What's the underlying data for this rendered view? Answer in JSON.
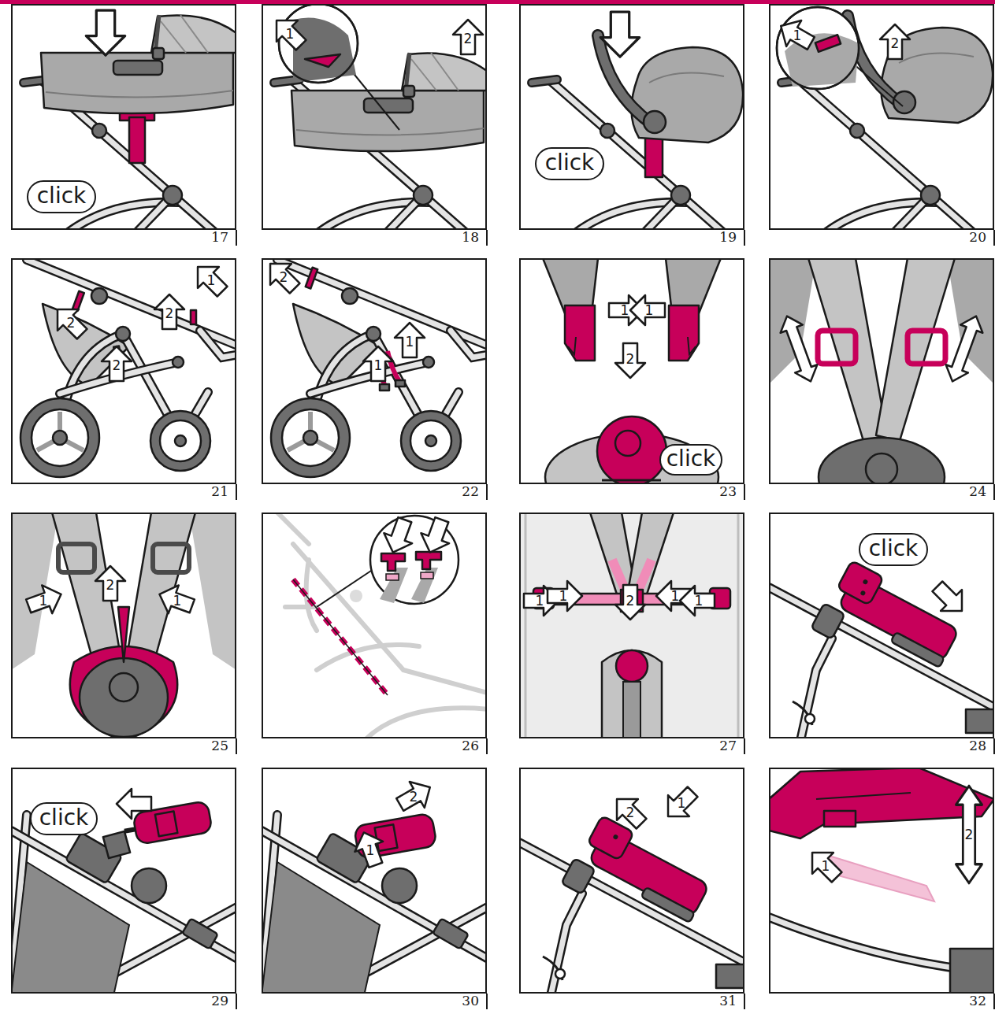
{
  "diagram": {
    "nodes": [
      {
        "text": [
          "17"
        ]
      },
      {
        "text": [
          "click"
        ],
        "in": 0
      },
      {
        "text": [
          "18"
        ]
      },
      {
        "text": [
          "19"
        ]
      },
      {
        "text": [
          "click"
        ],
        "in": 3
      },
      {
        "text": [
          "20"
        ]
      },
      {
        "text": [
          "21"
        ]
      },
      {
        "text": [
          "22"
        ]
      },
      {
        "text": [
          "23"
        ]
      },
      {
        "text": [
          "click"
        ],
        "in": 8
      },
      {
        "text": [
          "24"
        ]
      },
      {
        "text": [
          "25"
        ]
      },
      {
        "text": [
          "26"
        ]
      },
      {
        "text": [
          "27"
        ]
      },
      {
        "text": [
          "28"
        ]
      },
      {
        "text": [
          "click"
        ],
        "in": 14
      },
      {
        "text": [
          "29"
        ]
      },
      {
        "text": [
          "click"
        ],
        "in": 16
      },
      {
        "text": [
          "30"
        ]
      },
      {
        "text": [
          "31"
        ]
      },
      {
        "text": [
          "32"
        ]
      }
    ],
    "labels": [
      "1",
      "2",
      "1",
      "2",
      "2",
      "1",
      "2",
      "2",
      "2",
      "1",
      "1",
      "1",
      "1",
      "2",
      "2",
      "1",
      "1",
      "1",
      "1",
      "2",
      "1",
      "1",
      "2",
      "1",
      "2",
      "1",
      "1",
      "2"
    ]
  }
}
